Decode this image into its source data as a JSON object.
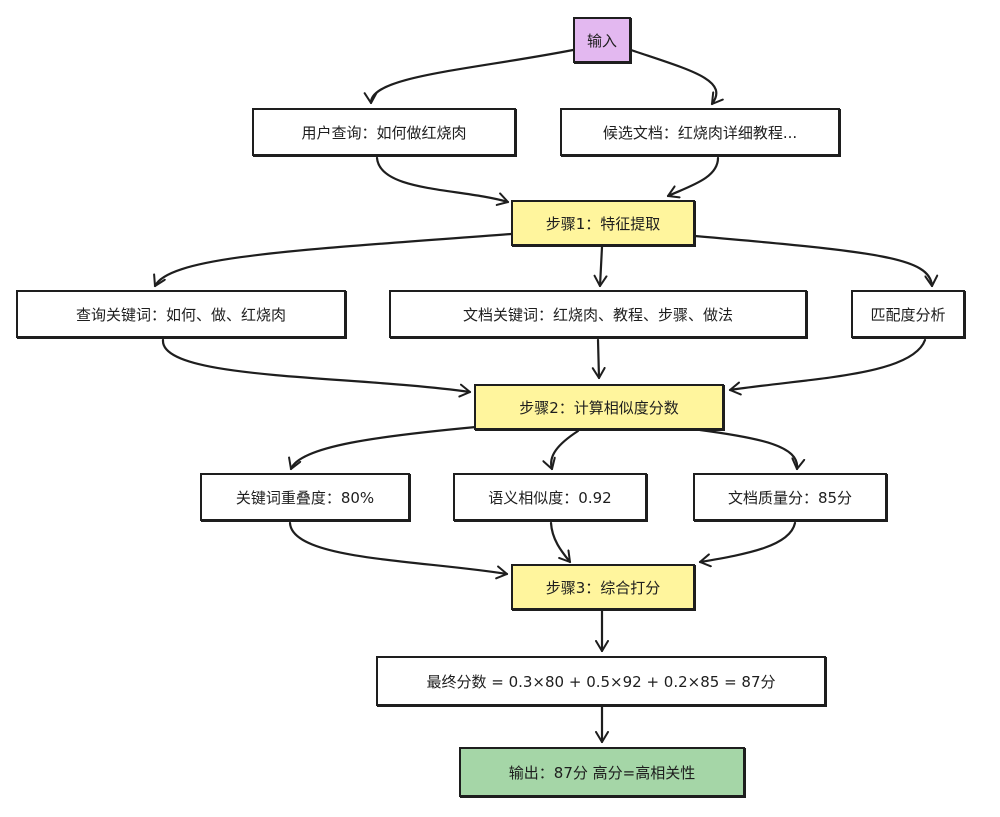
{
  "nodes": {
    "input": "输入",
    "user_query": "用户查询：如何做红烧肉",
    "candidate_doc": "候选文档：红烧肉详细教程...",
    "step1": "步骤1：特征提取",
    "query_keywords": "查询关键词：如何、做、红烧肉",
    "doc_keywords": "文档关键词：红烧肉、教程、步骤、做法",
    "match_analysis": "匹配度分析",
    "step2": "步骤2：计算相似度分数",
    "keyword_overlap": "关键词重叠度：80%",
    "semantic_sim": "语义相似度：0.92",
    "doc_quality": "文档质量分：85分",
    "step3": "步骤3：综合打分",
    "final_score": "最终分数 = 0.3×80 + 0.5×92 + 0.2×85 = 87分",
    "output": "输出：87分 高分=高相关性"
  },
  "colors": {
    "input_fill": "#e3b8f0",
    "step_fill": "#fff59d",
    "output_fill": "#a5d6a7",
    "box_fill": "#ffffff",
    "stroke": "#1e1e1e"
  }
}
